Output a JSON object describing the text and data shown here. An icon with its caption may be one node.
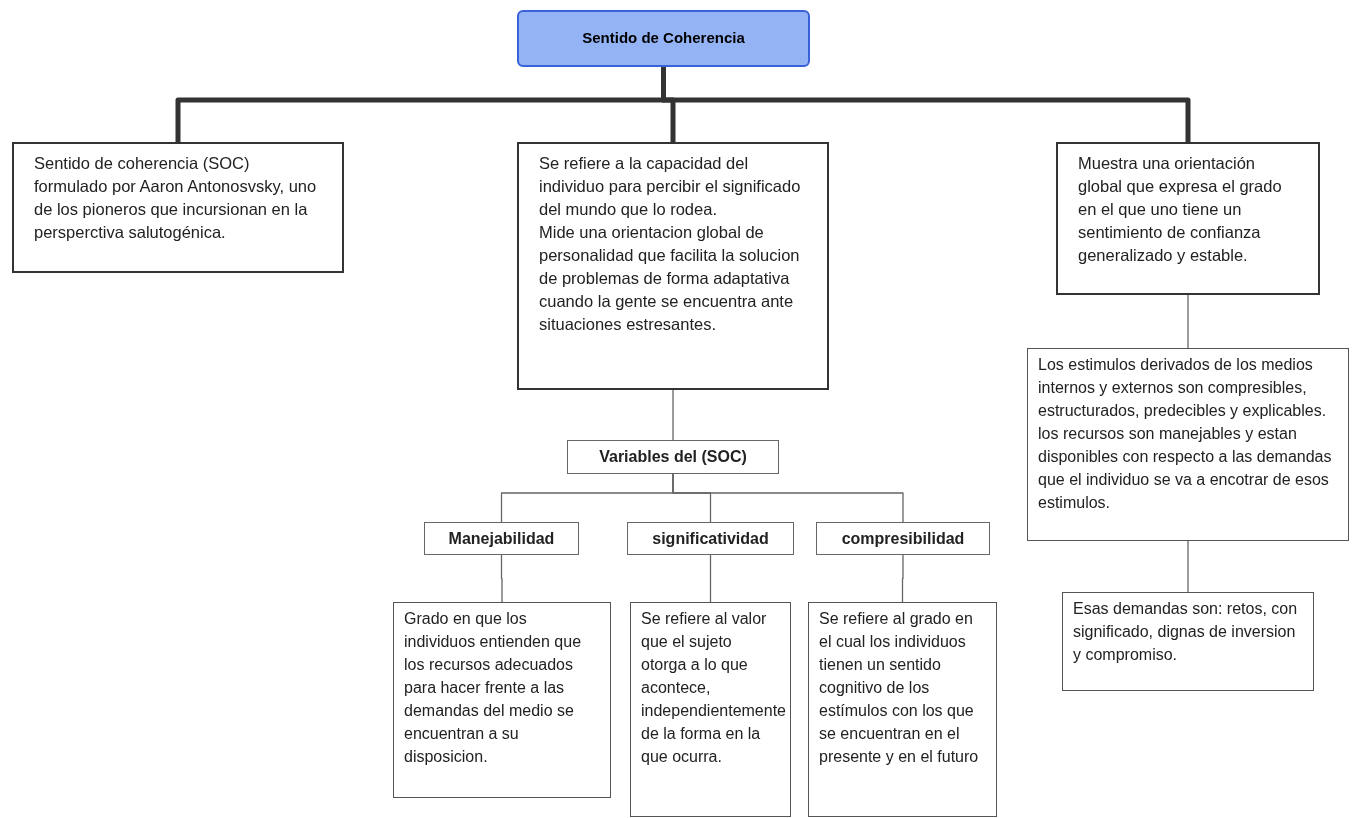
{
  "diagram": {
    "nodes": [
      {
        "text": [
          "Sentido de Coherencia"
        ]
      },
      {
        "text": [
          "Sentido de coherencia (SOC) formulado por Aaron Antonosvsky, uno de los pioneros que incursionan en la persperctiva salutogénica."
        ]
      },
      {
        "text": [
          "Se refiere a la capacidad del individuo para percibir el significado del mundo que lo rodea.",
          "Mide una orientacion global de personalidad que facilita la solucion de problemas de forma adaptativa cuando la gente se encuentra ante situaciones estresantes."
        ]
      },
      {
        "text": [
          "Muestra una orientación global que expresa el grado en el que uno tiene un sentimiento de confianza generalizado y estable."
        ]
      },
      {
        "text": [
          "Variables del (SOC)"
        ]
      },
      {
        "text": [
          "Manejabilidad"
        ]
      },
      {
        "text": [
          "significatividad"
        ]
      },
      {
        "text": [
          "compresibilidad"
        ]
      },
      {
        "text": [
          "Grado en que los individuos entienden que los recursos adecuados para hacer frente a las demandas del medio se encuentran a su disposicion."
        ]
      },
      {
        "text": [
          "Se refiere al valor que el sujeto otorga a lo que acontece, independientemente de la forma en la que ocurra."
        ]
      },
      {
        "text": [
          "Se refiere al grado en el cual los individuos tienen un sentido cognitivo de los estímulos con los que se encuentran en el presente y en el futuro"
        ]
      },
      {
        "text": [
          "Los estimulos derivados de los medios internos y externos son compresibles, estructurados, predecibles y explicables. los recursos son manejables y estan disponibles con respecto a las demandas que el individuo se va a encotrar de esos estimulos."
        ]
      },
      {
        "text": [
          "Esas demandas son: retos, con significado, dignas de inversion y compromiso."
        ]
      }
    ],
    "edges": [
      {
        "from": 0,
        "to": 1,
        "arrow": "none",
        "style": "thick"
      },
      {
        "from": 0,
        "to": 2,
        "arrow": "none",
        "style": "thick"
      },
      {
        "from": 0,
        "to": 3,
        "arrow": "none",
        "style": "thick"
      },
      {
        "from": 2,
        "to": 4,
        "arrow": "none"
      },
      {
        "from": 4,
        "to": 5,
        "arrow": "none"
      },
      {
        "from": 4,
        "to": 6,
        "arrow": "none"
      },
      {
        "from": 4,
        "to": 7,
        "arrow": "none"
      },
      {
        "from": 5,
        "to": 8,
        "arrow": "none"
      },
      {
        "from": 6,
        "to": 9,
        "arrow": "none"
      },
      {
        "from": 7,
        "to": 10,
        "arrow": "none"
      },
      {
        "from": 3,
        "to": 11,
        "arrow": "none"
      },
      {
        "from": 11,
        "to": 12,
        "arrow": "none"
      }
    ]
  }
}
